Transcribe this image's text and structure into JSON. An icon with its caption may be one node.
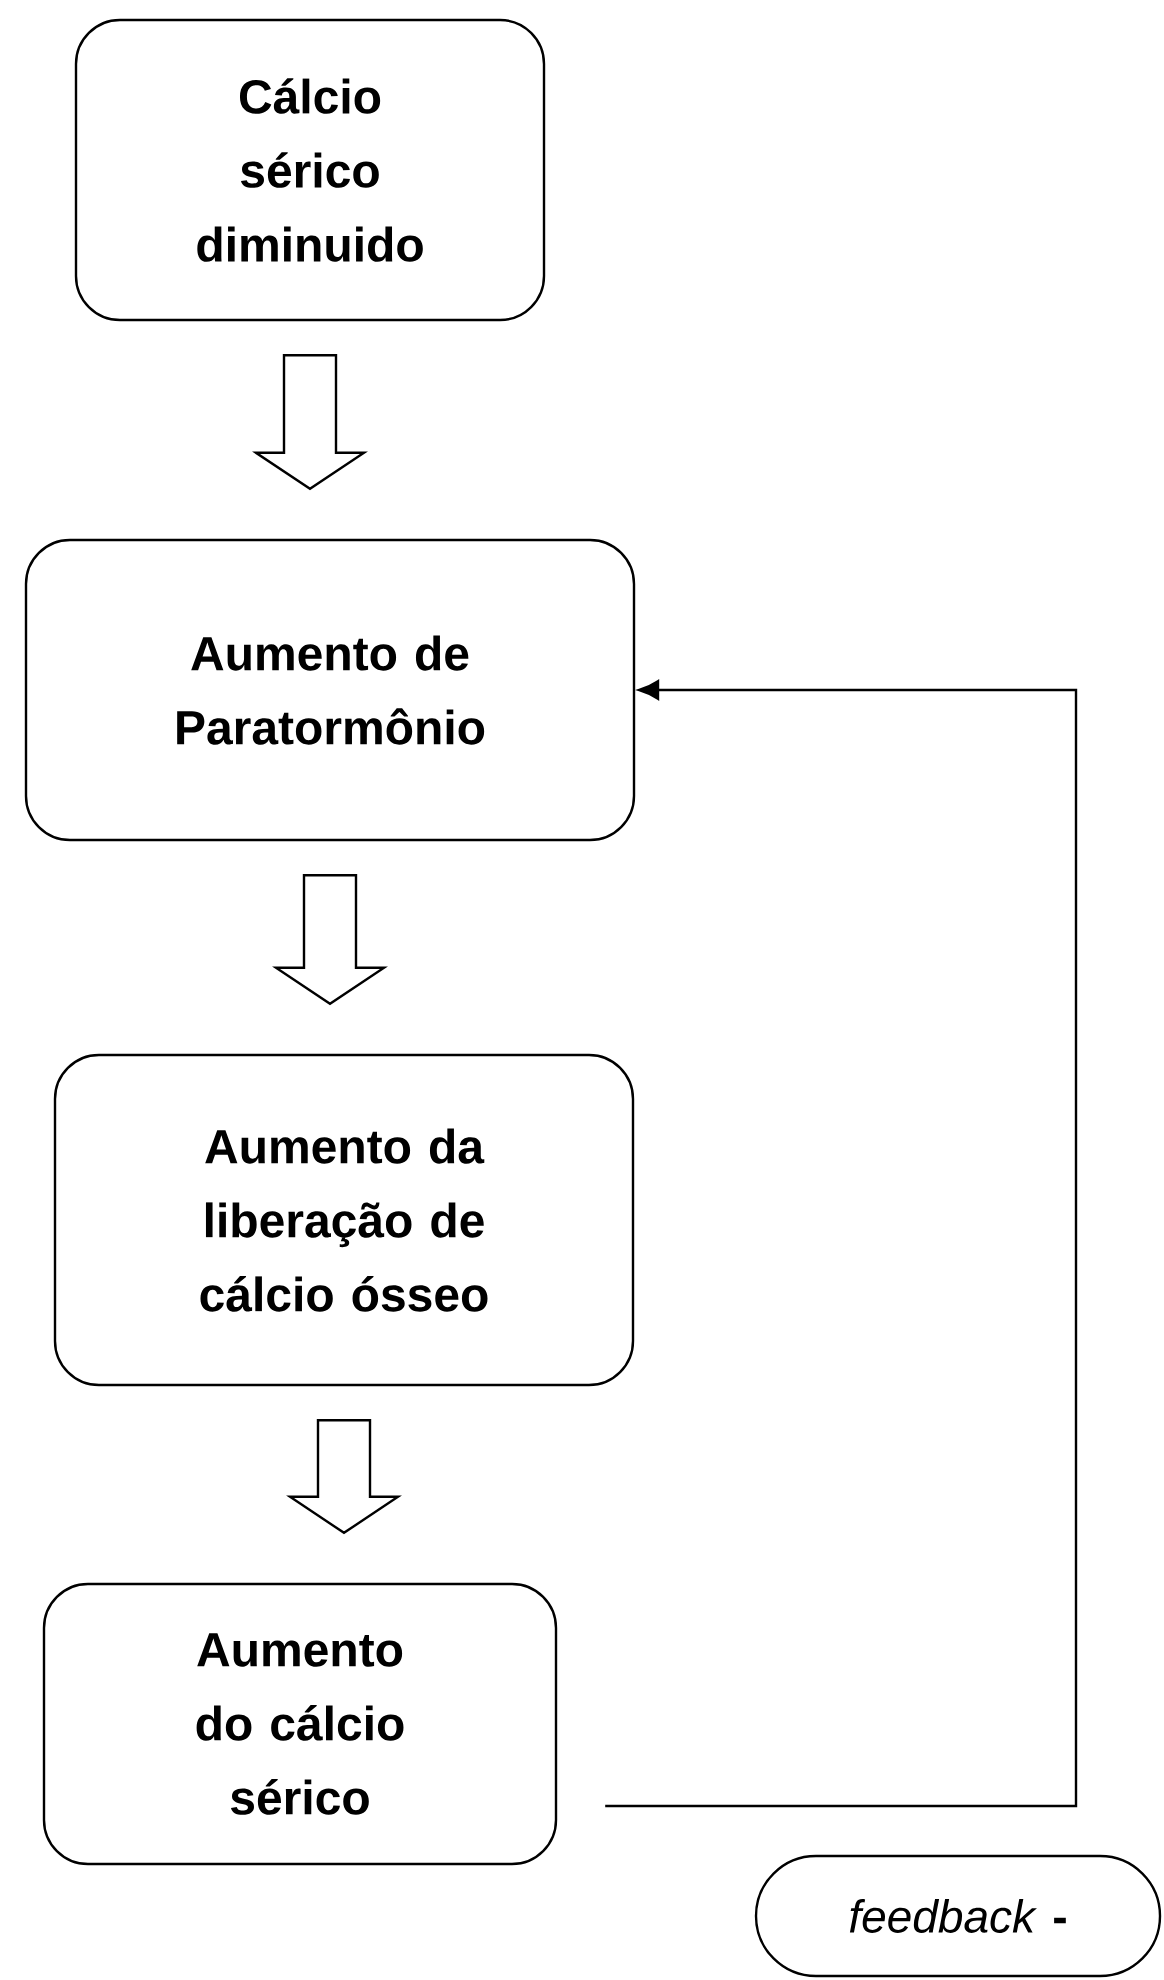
{
  "diagram": {
    "nodes": [
      {
        "text": [
          "Cálcio sérico diminuido"
        ]
      },
      {
        "text": [
          "Aumento de Paratormônio"
        ]
      },
      {
        "text": [
          "Aumento da liberação de cálcio ósseo"
        ]
      },
      {
        "text": [
          "Aumento do cálcio sérico"
        ]
      },
      {
        "text": [
          "*feedback* **-**"
        ]
      }
    ],
    "edges": [
      {
        "from": 0,
        "to": 1,
        "arrow": "to"
      },
      {
        "from": 1,
        "to": 2,
        "arrow": "to"
      },
      {
        "from": 2,
        "to": 3,
        "arrow": "to"
      },
      {
        "from": 3,
        "to": 1,
        "arrow": "to"
      }
    ]
  }
}
